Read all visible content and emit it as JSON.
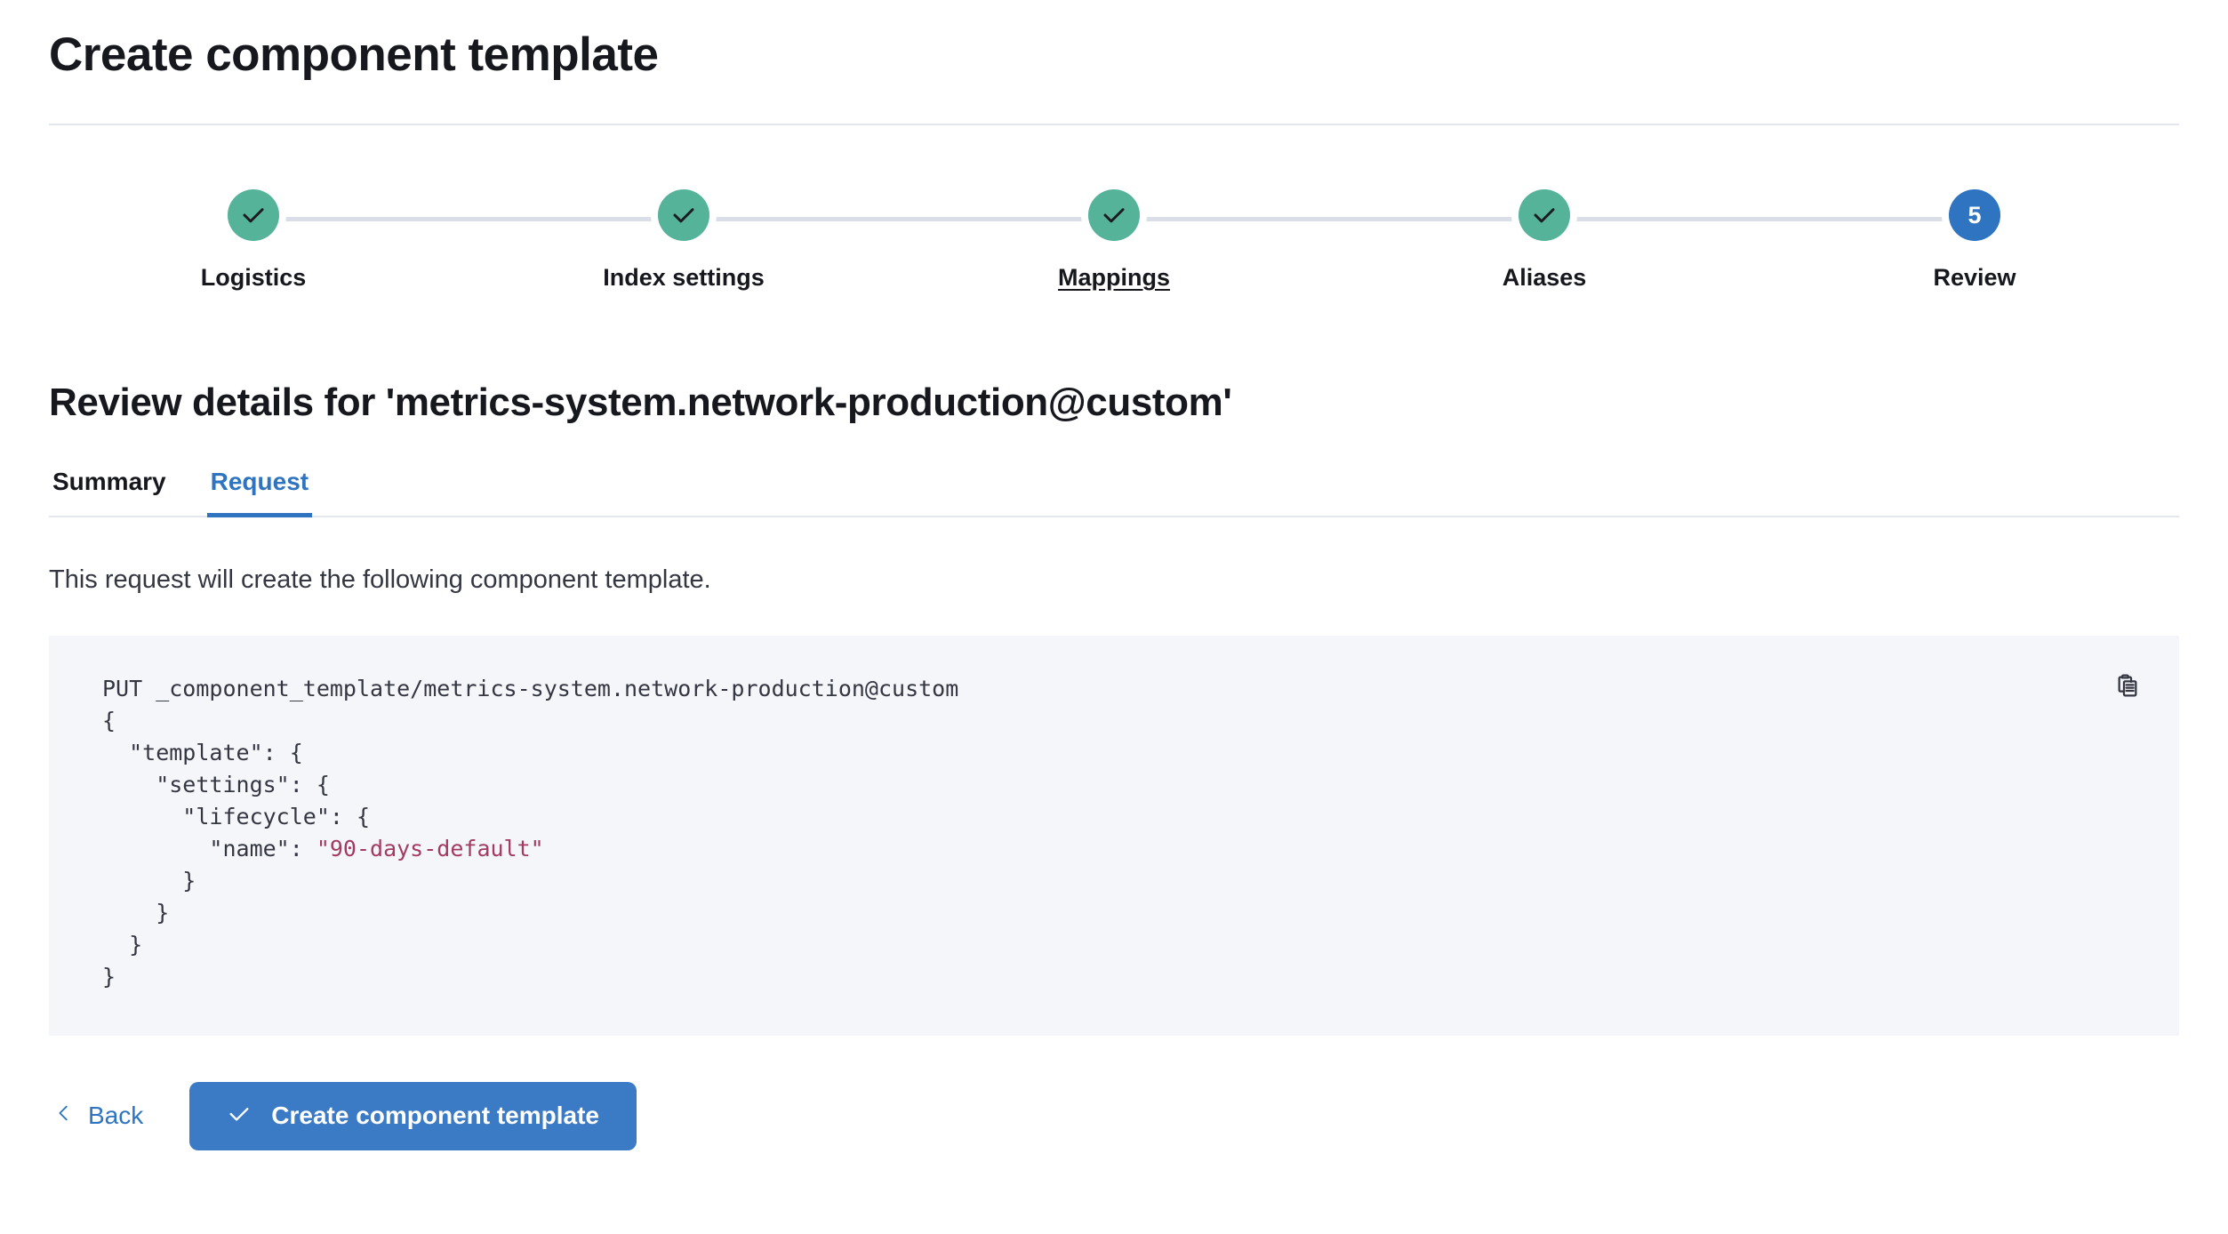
{
  "header": {
    "title": "Create component template"
  },
  "stepper": {
    "steps": [
      {
        "label": "Logistics",
        "state": "done",
        "icon": "check-icon"
      },
      {
        "label": "Index settings",
        "state": "done",
        "icon": "check-icon"
      },
      {
        "label": "Mappings",
        "state": "done",
        "icon": "check-icon",
        "hovered": true
      },
      {
        "label": "Aliases",
        "state": "done",
        "icon": "check-icon"
      },
      {
        "label": "Review",
        "state": "current",
        "number": "5"
      }
    ],
    "colors": {
      "done": "#54b399",
      "current": "#2f74c0",
      "connector": "#d9dee8"
    }
  },
  "review": {
    "heading": "Review details for 'metrics-system.network-production@custom'",
    "tabs": [
      {
        "label": "Summary",
        "active": false
      },
      {
        "label": "Request",
        "active": true
      }
    ],
    "description": "This request will create the following component template.",
    "code": {
      "request_line": "PUT _component_template/metrics-system.network-production@custom",
      "lines": [
        "{",
        "  \"template\": {",
        "    \"settings\": {",
        "      \"lifecycle\": {",
        "        \"name\": ",
        "      }",
        "    }",
        "  }",
        "}"
      ],
      "lifecycle_name_value": "\"90-days-default\"",
      "copy_icon": "copy-clipboard-icon",
      "background": "#f5f6fa",
      "string_color": "#a33b61"
    }
  },
  "footer": {
    "back_label": "Back",
    "back_icon": "chevron-left-icon",
    "create_label": "Create component template",
    "create_icon": "check-icon",
    "create_color": "#3b7ac4"
  }
}
